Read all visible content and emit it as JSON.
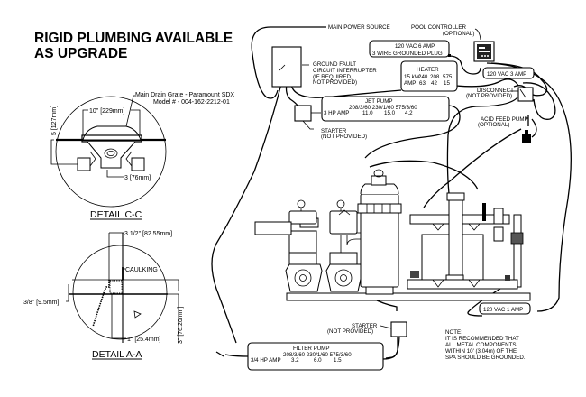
{
  "title": {
    "line1": "RIGID PLUMBING AVAILABLE",
    "line2": "AS UPGRADE"
  },
  "detail_cc": {
    "label": "DETAIL C-C",
    "callout_line1": "Main Drain Grate - Paramount SDX",
    "callout_line2": "Model # - 004-162-2212-01",
    "dim_width": "10\" [229mm]",
    "dim_height": "5 [127mm]",
    "dim_pipe": "3 [76mm]"
  },
  "detail_aa": {
    "label": "DETAIL A-A",
    "dim_top": "3 1/2\" [82.55mm]",
    "caulking": "CAULKING",
    "dim_left": "3/8\" [9.5mm]",
    "dim_bottom": "1\" [25.4mm]",
    "dim_right": "3\" [76.20mm]"
  },
  "wiring": {
    "main_power": "MAIN POWER SOURCE",
    "gfci": [
      "GROUND FAULT",
      "CIRCUIT INTERRUPTER",
      "(IF REQUIRED,",
      "NOT PROVIDED)"
    ],
    "pool_controller": [
      "POOL CONTROLLER",
      "(OPTIONAL)"
    ],
    "plug_box": [
      "120 VAC  6 AMP",
      "3 WIRE GROUNDED PLUG"
    ],
    "vac3": "120 VAC 3 AMP",
    "vac1": "120 VAC 1 AMP",
    "heater": {
      "title": "HEATER",
      "row1": [
        "15 kW",
        "240",
        "208",
        "575"
      ],
      "row2": [
        "AMP",
        "63",
        "42",
        "15"
      ]
    },
    "disconnect": [
      "DISCONNECT",
      "(NOT PROVIDED)"
    ],
    "jet_pump": {
      "title": "JET PUMP",
      "voltages": "208/3/60  230/1/60  575/3/60",
      "hp": "3 HP AMP",
      "amps": [
        "11.0",
        "15.0",
        "4.2"
      ]
    },
    "starter_top": [
      "STARTER",
      "(NOT PROVIDED)"
    ],
    "acid_feed": [
      "ACID FEED PUMP",
      "(OPTIONAL)"
    ],
    "starter_bottom": [
      "STARTER",
      "(NOT PROVIDED)"
    ],
    "filter_pump": {
      "title": "FILTER PUMP",
      "voltages": "208/3/60  230/1/60  575/3/60",
      "hp": "3/4 HP AMP",
      "amps": [
        "3.2",
        "6.0",
        "1.5"
      ]
    },
    "note": [
      "NOTE:",
      "IT IS RECOMMENDED THAT",
      "ALL METAL COMPONENTS",
      "WITHIN 10' (3.04m) OF THE",
      "SPA SHOULD BE GROUNDED."
    ]
  }
}
